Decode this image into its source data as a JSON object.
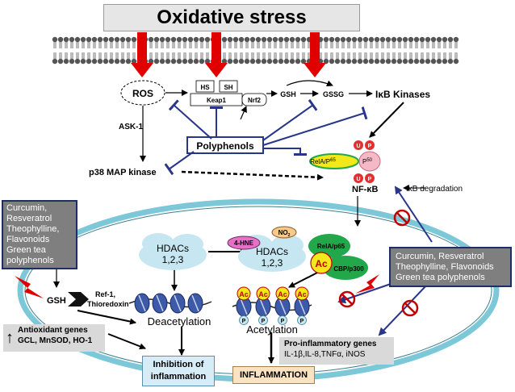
{
  "title": "Oxidative stress",
  "labels": {
    "ros": "ROS",
    "hs": "HS",
    "sh": "SH",
    "keap1": "Keap1",
    "nrf2": "Nrf2",
    "gsh_top": "GSH",
    "gssg": "GSSG",
    "ikb_kinases": "IκB Kinases",
    "ask1": "ASK-1",
    "p38": "p38 MAP kinase",
    "polyphenols": "Polyphenols",
    "rela_p65_left": "RelA/P",
    "rela_p65_sup": "65",
    "p50_left": "P",
    "p50_sup": "50",
    "p_mark": "P",
    "u_mark": "U",
    "nfkb": "NF-κB",
    "ikb_degradation": "IκB degradation",
    "hdacs_left": [
      "HDACs",
      "1,2,3"
    ],
    "hne": "4-HNE",
    "no2": "NO",
    "no2_sub": "2",
    "hdacs_right": [
      "HDACs",
      "1,2,3"
    ],
    "rela_p65_green": "RelA/p65",
    "ac": "Ac",
    "cbp_p300": "CBP/p300",
    "gsh_left": "GSH",
    "ref1": [
      "Ref-1,",
      "Thioredoxin"
    ],
    "deacetylation": "Deacetylation",
    "acetylation": "Acetylation"
  },
  "left_box": [
    "Curcumin,",
    "Resveratrol",
    "Theophylline,",
    "Flavonoids",
    "Green tea",
    "polyphenols"
  ],
  "right_box": [
    "Curcumin, Resveratrol",
    "Theophylline, Flavonoids",
    "Green tea polyphenols"
  ],
  "antioxidant": {
    "arrow": "↑",
    "title": "Antioxidant genes",
    "genes": "GCL, MnSOD, HO-1"
  },
  "proinflammatory": {
    "title": "Pro-inflammatory genes",
    "genes": "IL-1β,IL-8,TNFα, iNOS"
  },
  "inhibition": [
    "Inhibition of",
    "inflammation"
  ],
  "inflammation": "INFLAMMATION",
  "colors": {
    "membrane": "#5a5a5a",
    "nucleus_fill": "#ffffff",
    "nucleus_stroke": "#7cc8d8",
    "red_arrow": "#e00000",
    "inhibit_blue": "#28368a",
    "hdac_blue": "#c6e6f2",
    "green": "#22a84a",
    "yellow": "#f2e81a",
    "pink": "#e670c8",
    "orange_no2": "#f7c98b",
    "gray_box": "#7f7f7f",
    "inhibition_box": "#d6ecf6",
    "inflammation_box": "#fbe3c2"
  }
}
